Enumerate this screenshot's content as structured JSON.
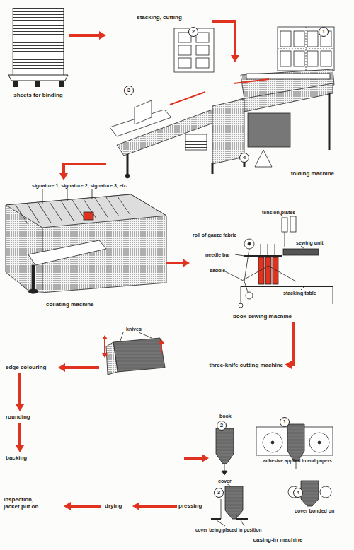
{
  "diagram": {
    "nodes": [
      {
        "text": [
          "sheets for binding"
        ]
      },
      {
        "text": [
          "stacking, cutting"
        ]
      },
      {
        "text": [
          "folding machine"
        ]
      },
      {
        "text": [
          "collating machine"
        ]
      },
      {
        "text": [
          "book sewing machine"
        ]
      },
      {
        "text": [
          "three-knife cutting machine"
        ]
      },
      {
        "text": [
          "edge colouring"
        ]
      },
      {
        "text": [
          "rounding"
        ]
      },
      {
        "text": [
          "backing"
        ]
      },
      {
        "text": [
          "casing-in machine"
        ]
      },
      {
        "text": [
          "pressing"
        ]
      },
      {
        "text": [
          "drying"
        ]
      },
      {
        "text": [
          "inspection, jacket put on"
        ]
      }
    ],
    "edges": [
      {
        "from": 0,
        "to": 1,
        "arrow": "to"
      },
      {
        "from": 1,
        "to": 2,
        "arrow": "to"
      },
      {
        "from": 2,
        "to": 3,
        "arrow": "to"
      },
      {
        "from": 3,
        "to": 4,
        "arrow": "to"
      },
      {
        "from": 4,
        "to": 5,
        "arrow": "to"
      },
      {
        "from": 5,
        "to": 6,
        "arrow": "to"
      },
      {
        "from": 6,
        "to": 7,
        "arrow": "to"
      },
      {
        "from": 7,
        "to": 8,
        "arrow": "to"
      },
      {
        "from": 8,
        "to": 9,
        "arrow": "to"
      },
      {
        "from": 10,
        "to": 11,
        "arrow": "to"
      },
      {
        "from": 11,
        "to": 12,
        "arrow": "to"
      }
    ],
    "labels": [
      "2",
      "1",
      "3",
      "4",
      "signature 1, signature 2, signature 3, etc.",
      "tension plates",
      "roll of gauze fabric",
      "needle bar",
      "sewing unit",
      "saddle",
      "stacking table",
      "knives",
      "book",
      "2",
      "1",
      "adhesive applied to end papers",
      "cover",
      "3",
      "4",
      "cover being placed in position",
      "cover bonded on"
    ]
  }
}
